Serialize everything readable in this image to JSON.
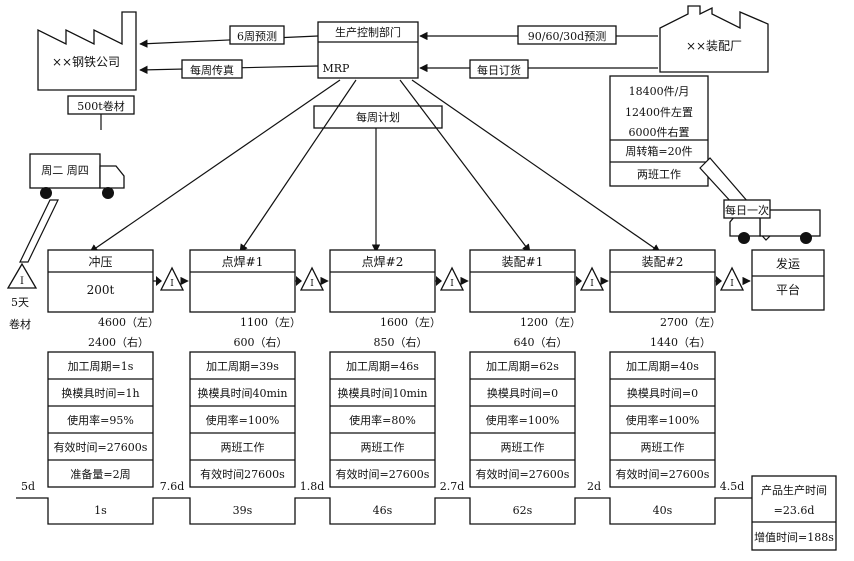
{
  "supplier": {
    "name": "××钢铁公司"
  },
  "customer": {
    "name": "××装配厂"
  },
  "control": {
    "title": "生产控制部门",
    "mrp": "MRP"
  },
  "info": {
    "forecast_supplier": "6周预测",
    "weekly_fax": "每周传真",
    "forecast_customer": "90/60/30d预测",
    "daily_order": "每日订货",
    "weekly_schedule": "每周计划"
  },
  "raw_material": {
    "coil": "500t卷材",
    "delivery": "周二 周四",
    "stock_days": "5天",
    "stock_label": "卷材",
    "inventory_mark": "I"
  },
  "customer_demand": {
    "lines": [
      "18400件/月",
      "12400件左置",
      "6000件右置",
      "周转箱=20件",
      "两班工作"
    ]
  },
  "shipping": {
    "frequency": "每日一次",
    "dock_line1": "发运",
    "dock_line2": "平台"
  },
  "processes": [
    {
      "name": "冲压",
      "sub": "200t",
      "data": [
        "加工周期=1s",
        "换模具时间=1h",
        "使用率=95%",
        "有效时间=27600s",
        "准备量=2周"
      ]
    },
    {
      "name": "点焊#1",
      "sub": "",
      "data": [
        "加工周期=39s",
        "换模具时间40min",
        "使用率=100%",
        "两班工作",
        "有效时间27600s"
      ]
    },
    {
      "name": "点焊#2",
      "sub": "",
      "data": [
        "加工周期=46s",
        "换模具时间10min",
        "使用率=80%",
        "两班工作",
        "有效时间=27600s"
      ]
    },
    {
      "name": "装配#1",
      "sub": "",
      "data": [
        "加工周期=62s",
        "换模具时间=0",
        "使用率=100%",
        "两班工作",
        "有效时间=27600s"
      ]
    },
    {
      "name": "装配#2",
      "sub": "",
      "data": [
        "加工周期=40s",
        "换模具时间=0",
        "使用率=100%",
        "两班工作",
        "有效时间=27600s"
      ]
    }
  ],
  "inventories": [
    {
      "left": "4600（左）",
      "right": "2400（右）"
    },
    {
      "left": "1100（左）",
      "right": "600（右）"
    },
    {
      "left": "1600（左）",
      "right": "850（右）"
    },
    {
      "left": "1200（左）",
      "right": "640（右）"
    },
    {
      "left": "2700（左）",
      "right": "1440（右）"
    }
  ],
  "timeline": {
    "waits": [
      "5d",
      "7.6d",
      "1.8d",
      "2.7d",
      "2d",
      "4.5d"
    ],
    "processes": [
      "1s",
      "39s",
      "46s",
      "62s",
      "40s"
    ],
    "lead_time_line1": "产品生产时间",
    "lead_time_line2": "=23.6d",
    "value_added": "增值时间=188s"
  }
}
